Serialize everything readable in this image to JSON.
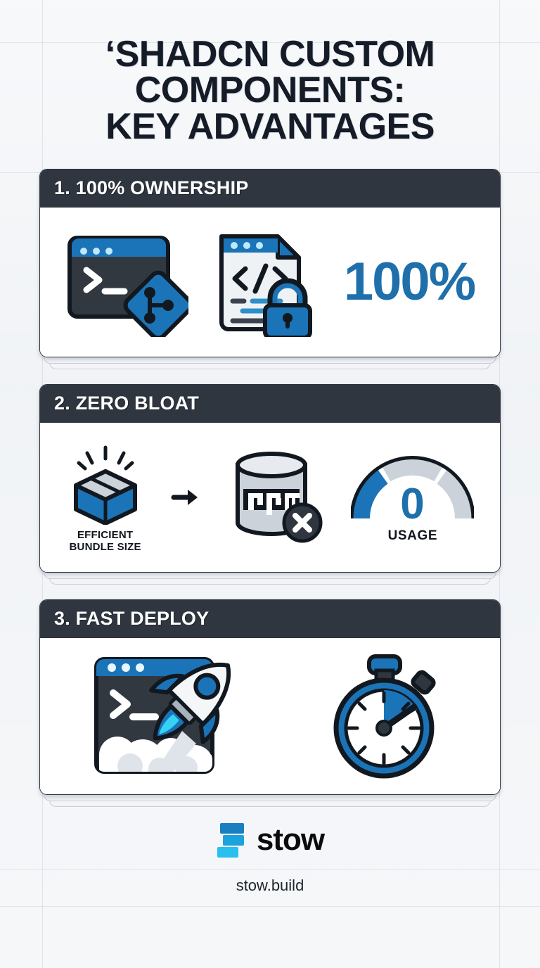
{
  "title": {
    "line1": "‘SHADCN CUSTOM",
    "line2": "COMPONENTS:",
    "line3": "KEY ADVANTAGES",
    "full": "‘SHADCN CUSTOM COMPONENTS: KEY ADVANTAGES"
  },
  "colors": {
    "accent_blue": "#1f6fab",
    "icon_blue": "#1b74b8",
    "logo_cyan": "#29c0f0",
    "header_dark": "#2f3640",
    "title_dark": "#151c27",
    "page_bg": "#eef1f5",
    "card_bg": "#ffffff",
    "gauge_track": "#ccd2d9"
  },
  "cards": [
    {
      "header": "1. 100% OWNERSHIP",
      "stat": "100%",
      "icons": [
        "terminal-window-icon",
        "git-branch-badge-icon",
        "code-document-icon",
        "padlock-icon"
      ]
    },
    {
      "header": "2. ZERO BLOAT",
      "caption": "EFFICIENT\nBUNDLE SIZE",
      "caption_line1": "EFFICIENT",
      "caption_line2": "BUNDLE SIZE",
      "gauge_value": "0",
      "gauge_label": "USAGE",
      "icons": [
        "package-box-icon",
        "arrow-right-icon",
        "npm-database-icon",
        "x-circle-badge-icon",
        "gauge-icon"
      ]
    },
    {
      "header": "3. FAST DEPLOY",
      "icons": [
        "terminal-rocket-launch-icon",
        "stopwatch-icon"
      ]
    }
  ],
  "footer": {
    "brand": "stow",
    "url": "stow.build",
    "logo": "stow-bars-logo-icon"
  }
}
